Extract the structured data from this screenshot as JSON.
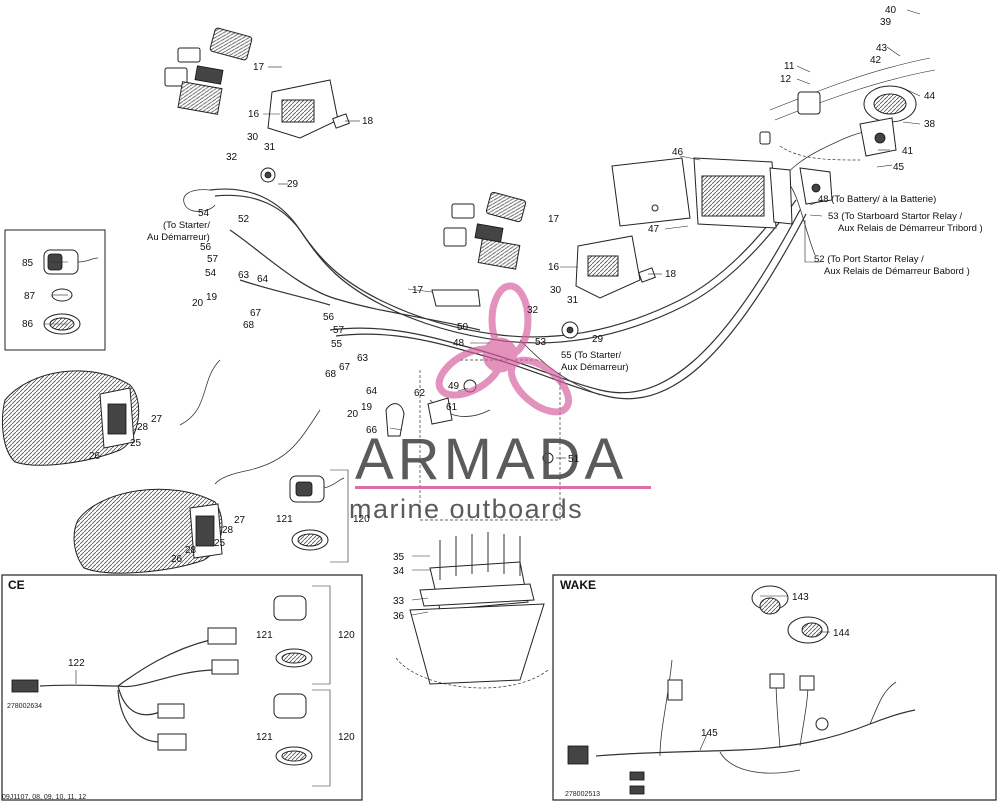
{
  "watermark": {
    "brand": "ARMADA",
    "tagline": "marine outboards",
    "accent_color": "#d75f9f"
  },
  "callouts": {
    "c40": "40",
    "c39": "39",
    "c43": "43",
    "c42": "42",
    "c44": "44",
    "c38": "38",
    "c41": "41",
    "c45": "45",
    "c11": "11",
    "c12": "12",
    "c17a": "17",
    "c16a": "16",
    "c18a": "18",
    "c30a": "30",
    "c32a": "32",
    "c31a": "31",
    "c29a": "29",
    "c54a": "54",
    "c52a": "52",
    "c56a": "56",
    "c57a": "57",
    "c54b": "54",
    "c63a": "63",
    "c64a": "64",
    "c20a": "20",
    "c19a": "19",
    "c67a": "67",
    "c68a": "68",
    "c85": "85",
    "c87": "87",
    "c86": "86",
    "c46": "46",
    "c47": "47",
    "c48a": "48",
    "c53a": "53",
    "c52b": "52",
    "c17b": "17",
    "c16b": "16",
    "c18b": "18",
    "c17c": "17",
    "c30b": "30",
    "c32b": "32",
    "c31b": "31",
    "c29b": "29",
    "c50": "50",
    "c48b": "48",
    "c53b": "53",
    "c55a": "55",
    "c56b": "56",
    "c57b": "57",
    "c55b": "55",
    "c63b": "63",
    "c67b": "67",
    "c68b": "68",
    "c64b": "64",
    "c20b": "20",
    "c19b": "19",
    "c62": "62",
    "c49": "49",
    "c61": "61",
    "c66": "66",
    "c51": "51",
    "c27a": "27",
    "c28a": "28",
    "c25a": "25",
    "c26a": "26",
    "c27b": "27",
    "c28b": "28",
    "c25b": "25",
    "c26b": "26",
    "c121a": "121",
    "c120a": "120",
    "c35": "35",
    "c34": "34",
    "c33": "33",
    "c36": "36",
    "c122": "122",
    "c121b": "121",
    "c120b": "120",
    "c121c": "121",
    "c120c": "120",
    "c143": "143",
    "c144": "144",
    "c145": "145"
  },
  "notes": {
    "to_starter_1": "(To Starter/",
    "au_demarreur_1": "Au Démarreur)",
    "to_battery": "48 (To Battery/ à la Batterie)",
    "starboard_1": "53 (To Starboard Startor Relay /",
    "starboard_2": "Aux Relais de Démarreur Tribord )",
    "port_1": "52 (To Port Startor Relay /",
    "port_2": "Aux Relais de Démarreur Babord )",
    "to_starter_2": "55 (To Starter/",
    "aux_demarreur_2": "Aux Démarreur)"
  },
  "boxes": {
    "ce_title": "CE",
    "wake_title": "WAKE",
    "ce_code": "278002634",
    "wake_code": "278002513"
  },
  "footer": {
    "doc_code": "09J1107, 08, 09, 10, 11, 12"
  }
}
